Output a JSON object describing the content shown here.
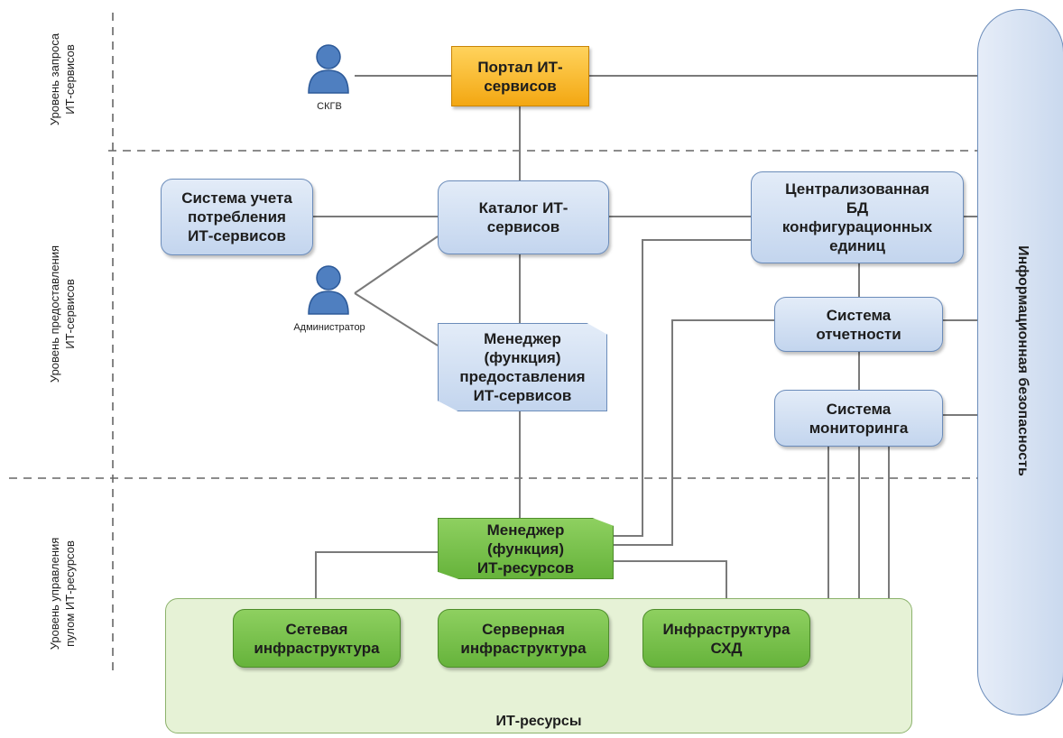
{
  "levels": {
    "request": "Уровень запроса\nИТ-сервисов",
    "provision": "Уровень предоставления\nИТ-сервисов",
    "management": "Уровень управления\nпулом ИТ-ресурсов"
  },
  "actors": {
    "user": "СКГВ",
    "admin": "Администратор"
  },
  "nodes": {
    "portal": "Портал ИТ-\nсервисов",
    "consumption": "Система учета\nпотребления\nИТ-сервисов",
    "catalog": "Каталог ИТ-\nсервисов",
    "cmdb": "Централизованная\nБД\nконфигурационных\nединиц",
    "reporting": "Система\nотчетности",
    "monitoring": "Система\nмониторинга",
    "service_manager": "Менеджер\n(функция)\nпредоставления\nИТ-сервисов",
    "resource_manager": "Менеджер\n(функция)\nИТ-ресурсов",
    "network": "Сетевая\nинфраструктура",
    "server": "Серверная\nинфраструктура",
    "storage": "Инфраструктура\nСХД"
  },
  "pool_label": "ИТ-ресурсы",
  "security_label": "Информационная безопасность",
  "colors": {
    "blue_node": "#c3d5ee",
    "green_node": "#66b33b",
    "orange_node": "#f3a712",
    "pool": "#e6f2d6",
    "person": "#4f7fc0"
  }
}
